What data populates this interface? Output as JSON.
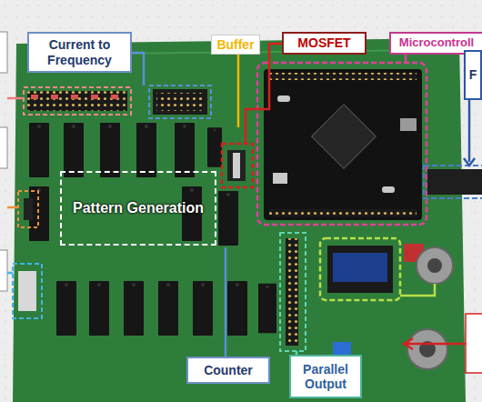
{
  "diagram": {
    "nodes": [
      {
        "text": [
          "Current to Frequency"
        ]
      },
      {
        "text": [
          "Buffer"
        ]
      },
      {
        "text": [
          "MOSFET"
        ]
      },
      {
        "text": [
          "Microcontroll"
        ]
      },
      {
        "text": [
          "F"
        ]
      },
      {
        "text": [
          "Pattern Generation"
        ]
      },
      {
        "text": [
          "Counter"
        ]
      },
      {
        "text": [
          "Parallel Output"
        ]
      }
    ]
  }
}
